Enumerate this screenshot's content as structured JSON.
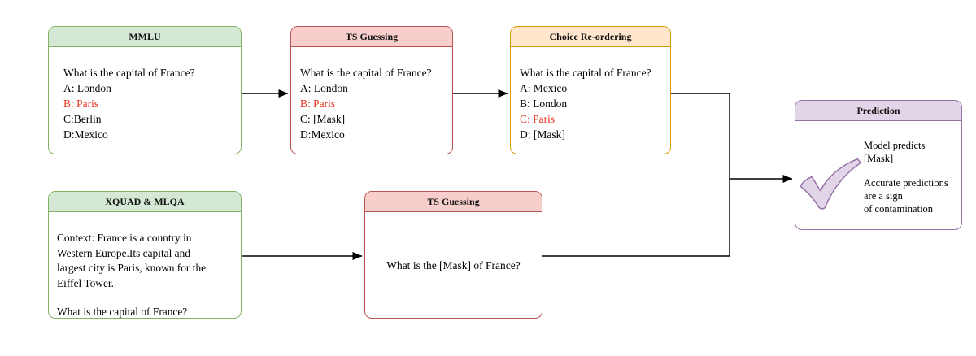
{
  "diagram": {
    "description": "Contamination-testing pipeline diagram",
    "colors": {
      "green_fill": "#d5e8d4",
      "green_stroke": "#82b366",
      "red_fill": "#f8cecc",
      "red_stroke": "#b85450",
      "orange_fill": "#ffe6cc",
      "orange_stroke": "#d79b00",
      "purple_fill": "#e1d5e7",
      "purple_stroke": "#9673a6",
      "highlight_text": "#e8351f",
      "connector": "#000000"
    }
  },
  "boxes": {
    "mmlu": {
      "title": "MMLU",
      "lines": [
        "What is the capital of France?",
        "A: London",
        "B: Paris",
        "C:Berlin",
        "D:Mexico"
      ]
    },
    "ts_top": {
      "title": "TS Guessing",
      "lines": [
        "What is the capital of France?",
        "A: London",
        "B: Paris",
        "C: [Mask]",
        "D:Mexico"
      ]
    },
    "choice": {
      "title": "Choice Re-ordering",
      "lines": [
        "What is the capital of France?",
        "A: Mexico",
        "B: London",
        "C: Paris",
        "D: [Mask]"
      ]
    },
    "xquad": {
      "title": "XQUAD & MLQA",
      "lines": [
        "Context: France is a country in",
        "Western Europe.Its capital and",
        "largest city is Paris, known for the",
        "Eiffel Tower."
      ],
      "question": "What is the capital of France?"
    },
    "ts_bottom": {
      "title": "TS Guessing",
      "body": "What is the [Mask] of France?"
    },
    "prediction": {
      "title": "Prediction",
      "icon": "check-mark",
      "lines": [
        "Model predicts",
        "[Mask]"
      ],
      "lines2": [
        "Accurate predictions",
        "are a sign",
        "of contamination"
      ]
    }
  },
  "connectors": [
    {
      "from": "mmlu",
      "to": "ts_top",
      "type": "arrow"
    },
    {
      "from": "ts_top",
      "to": "choice",
      "type": "arrow"
    },
    {
      "from": "choice",
      "to": "merge-point",
      "type": "line"
    },
    {
      "from": "xquad",
      "to": "ts_bottom",
      "type": "arrow"
    },
    {
      "from": "ts_bottom",
      "to": "merge-point",
      "type": "line"
    },
    {
      "from": "merge-point",
      "to": "prediction",
      "type": "arrow"
    }
  ]
}
